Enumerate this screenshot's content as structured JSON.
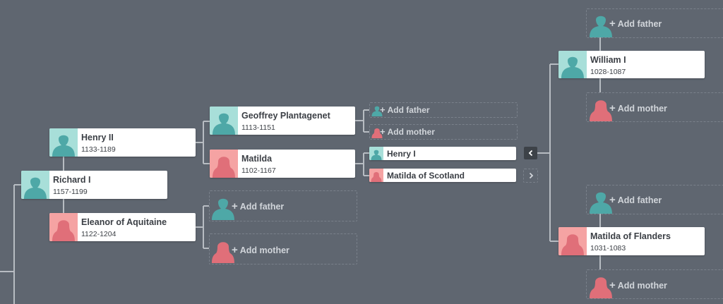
{
  "colors": {
    "background": "#5f6670",
    "line": "#b7bcc2",
    "male": "#a8dfd9",
    "female": "#f5a3a3",
    "male_silhouette": "#4ea8a7",
    "female_silhouette": "#e06f79"
  },
  "people": {
    "richard_i": {
      "name": "Richard I",
      "dates": "1157-1199"
    },
    "henry_ii": {
      "name": "Henry II",
      "dates": "1133-1189"
    },
    "eleanor": {
      "name": "Eleanor of Aquitaine",
      "dates": "1122-1204"
    },
    "geoffrey": {
      "name": "Geoffrey Plantagenet",
      "dates": "1113-1151"
    },
    "matilda": {
      "name": "Matilda",
      "dates": "1102-1167"
    },
    "henry_i": {
      "name": "Henry I"
    },
    "matilda_scotland": {
      "name": "Matilda of Scotland"
    },
    "william_i": {
      "name": "William I",
      "dates": "1028-1087"
    },
    "matilda_flanders": {
      "name": "Matilda of Flanders",
      "dates": "1031-1083"
    }
  },
  "actions": {
    "add_father": "Add father",
    "add_mother": "Add mother",
    "plus": "+"
  },
  "icons": {
    "collapse": "chevron-left-icon",
    "expand": "chevron-right-icon"
  }
}
